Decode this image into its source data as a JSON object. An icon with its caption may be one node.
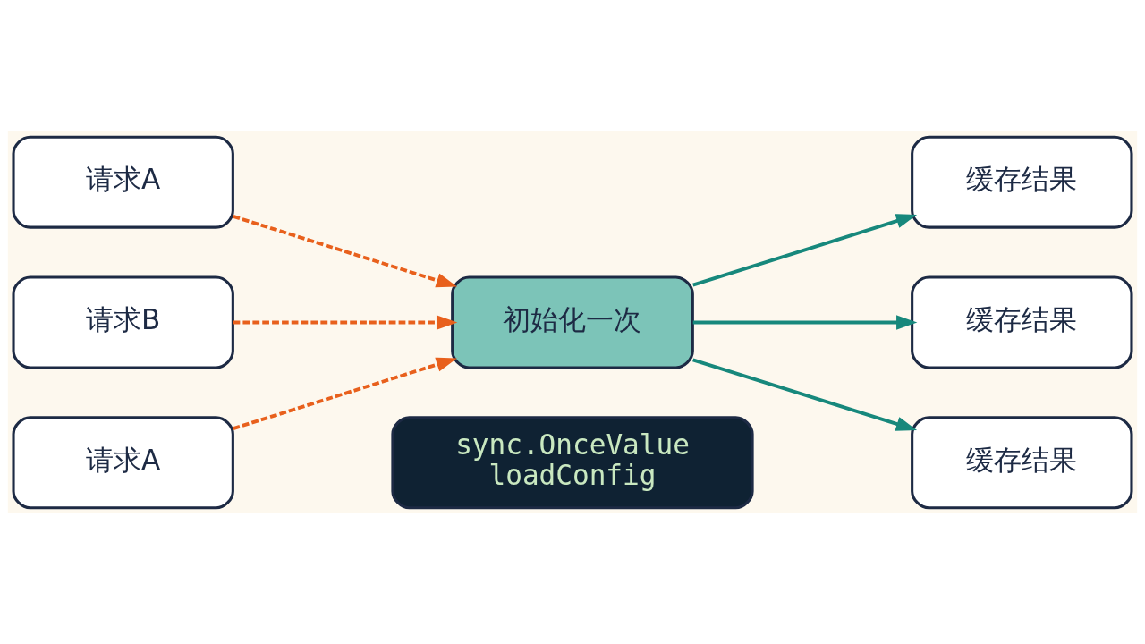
{
  "diagram": {
    "nodes": [
      {
        "text": [
          "请求A"
        ]
      },
      {
        "text": [
          "请求B"
        ]
      },
      {
        "text": [
          "请求A"
        ]
      },
      {
        "text": [
          "初始化一次"
        ]
      },
      {
        "text": [
          "缓存结果"
        ]
      },
      {
        "text": [
          "缓存结果"
        ]
      },
      {
        "text": [
          "缓存结果"
        ]
      },
      {
        "text": [
          "sync.OnceValue",
          "loadConfig"
        ]
      }
    ],
    "edges": [
      {
        "from": 0,
        "to": 3,
        "arrow": "to",
        "style": "dashed",
        "color": "#e8601c"
      },
      {
        "from": 1,
        "to": 3,
        "arrow": "to",
        "style": "dashed",
        "color": "#e8601c"
      },
      {
        "from": 2,
        "to": 3,
        "arrow": "to",
        "style": "dashed",
        "color": "#e8601c"
      },
      {
        "from": 3,
        "to": 4,
        "arrow": "to",
        "color": "#17887c"
      },
      {
        "from": 3,
        "to": 5,
        "arrow": "to",
        "color": "#17887c"
      },
      {
        "from": 3,
        "to": 6,
        "arrow": "to",
        "color": "#17887c"
      }
    ]
  }
}
